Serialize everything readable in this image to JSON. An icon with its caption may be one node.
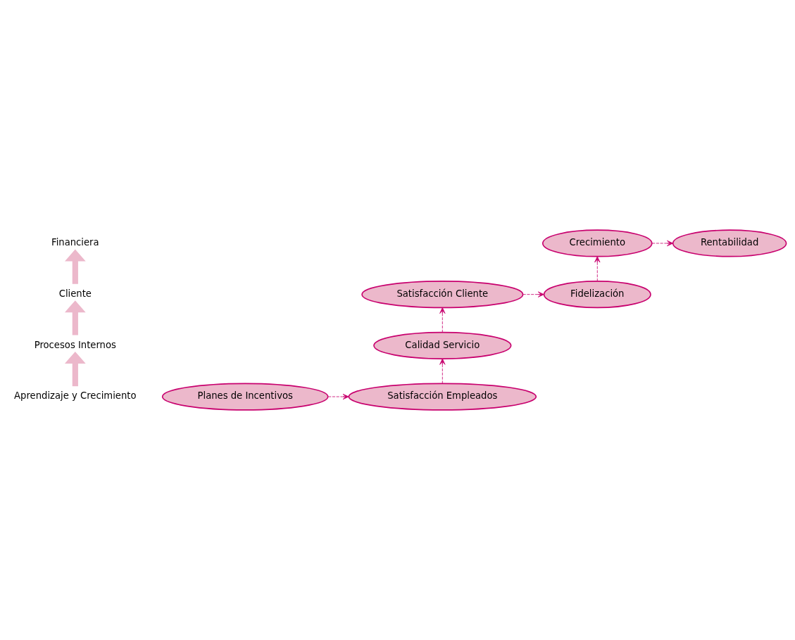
{
  "diagram": {
    "nodes": [
      {
        "text": [
          "Rentabilidad"
        ]
      },
      {
        "text": [
          "Financiera"
        ]
      },
      {
        "text": [
          "Crecimiento"
        ]
      },
      {
        "text": [
          "Fidelización"
        ]
      },
      {
        "text": [
          "Cliente"
        ]
      },
      {
        "text": [
          "Satisfacción Cliente"
        ]
      },
      {
        "text": [
          "Calidad Servicio"
        ]
      },
      {
        "text": [
          "Procesos Internos"
        ]
      },
      {
        "text": [
          "Satisfacción Empleados"
        ]
      },
      {
        "text": [
          "Aprendizaje y Crecimiento"
        ]
      },
      {
        "text": [
          "Planes de Incentivos"
        ]
      }
    ],
    "edges": [
      {
        "from": 2,
        "to": 0,
        "arrow": "to",
        "style": "dashed"
      },
      {
        "from": 3,
        "to": 2,
        "arrow": "to",
        "style": "dashed"
      },
      {
        "from": 5,
        "to": 3,
        "arrow": "to",
        "style": "dashed"
      },
      {
        "from": 6,
        "to": 5,
        "arrow": "to",
        "style": "dashed"
      },
      {
        "from": 8,
        "to": 6,
        "arrow": "to",
        "style": "dashed"
      },
      {
        "from": 10,
        "to": 8,
        "arrow": "to",
        "style": "dashed"
      },
      {
        "from": 4,
        "to": 1,
        "arrow": "to",
        "style": "thick",
        "color": "#ecb8cb"
      },
      {
        "from": 7,
        "to": 4,
        "arrow": "to",
        "style": "thick",
        "color": "#ecb8cb"
      },
      {
        "from": 9,
        "to": 7,
        "arrow": "to",
        "style": "thick",
        "color": "#ecb8cb"
      }
    ]
  }
}
